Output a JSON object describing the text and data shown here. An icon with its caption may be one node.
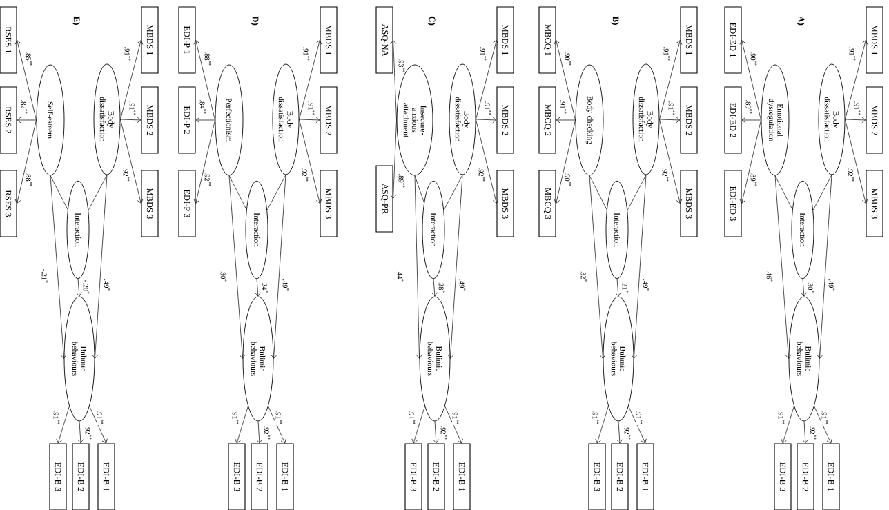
{
  "diagram": {
    "nodes": [
      {
        "text": [
          "MBDS 1"
        ]
      },
      {
        "text": [
          "MBDS 2"
        ]
      },
      {
        "text": [
          "MBDS 3"
        ]
      },
      {
        "text": [
          "Body dissatisfaction"
        ]
      },
      {
        "text": [
          "Emotional dysregulation"
        ]
      },
      {
        "text": [
          "EDI-ED 1"
        ]
      },
      {
        "text": [
          "EDI-ED 2"
        ]
      },
      {
        "text": [
          "EDI-ED 3"
        ]
      },
      {
        "text": [
          "Interaction"
        ]
      },
      {
        "text": [
          "Bulimic behaviours"
        ]
      },
      {
        "text": [
          "EDI-B 1"
        ]
      },
      {
        "text": [
          "EDI-B 2"
        ]
      },
      {
        "text": [
          "EDI-B 3"
        ]
      },
      {
        "text": [
          "MBDS 1"
        ]
      },
      {
        "text": [
          "MBDS 2"
        ]
      },
      {
        "text": [
          "MBDS 3"
        ]
      },
      {
        "text": [
          "Body dissatisfaction"
        ]
      },
      {
        "text": [
          "Body checking"
        ]
      },
      {
        "text": [
          "MBCQ 1"
        ]
      },
      {
        "text": [
          "MBCQ 2"
        ]
      },
      {
        "text": [
          "MBCQ 3"
        ]
      },
      {
        "text": [
          "Interaction"
        ]
      },
      {
        "text": [
          "Bulimic behaviours"
        ]
      },
      {
        "text": [
          "EDI-B 1"
        ]
      },
      {
        "text": [
          "EDI-B 2"
        ]
      },
      {
        "text": [
          "EDI-B 3"
        ]
      },
      {
        "text": [
          "MBDS 1"
        ]
      },
      {
        "text": [
          "MBDS 2"
        ]
      },
      {
        "text": [
          "MBDS 3"
        ]
      },
      {
        "text": [
          "Body dissatisfaction"
        ]
      },
      {
        "text": [
          "Insecure-anxious attachment"
        ]
      },
      {
        "text": [
          "ASQ-NA"
        ]
      },
      {
        "text": [
          "ASQ-PR"
        ]
      },
      {
        "text": [
          "Interaction"
        ]
      },
      {
        "text": [
          "Bulimic behaviours"
        ]
      },
      {
        "text": [
          "EDI-B 1"
        ]
      },
      {
        "text": [
          "EDI-B 2"
        ]
      },
      {
        "text": [
          "EDI-B 3"
        ]
      },
      {
        "text": [
          "MBDS 1"
        ]
      },
      {
        "text": [
          "MBDS 2"
        ]
      },
      {
        "text": [
          "MBDS 3"
        ]
      },
      {
        "text": [
          "Body dissatisfaction"
        ]
      },
      {
        "text": [
          "Perfectionism"
        ]
      },
      {
        "text": [
          "EDI-P 1"
        ]
      },
      {
        "text": [
          "EDI-P 2"
        ]
      },
      {
        "text": [
          "EDI-P 3"
        ]
      },
      {
        "text": [
          "Interaction"
        ]
      },
      {
        "text": [
          "Bulimic behaviours"
        ]
      },
      {
        "text": [
          "EDI-B 1"
        ]
      },
      {
        "text": [
          "EDI-B 2"
        ]
      },
      {
        "text": [
          "EDI-B 3"
        ]
      },
      {
        "text": [
          "MBDS 1"
        ]
      },
      {
        "text": [
          "MBDS 2"
        ]
      },
      {
        "text": [
          "MBDS 3"
        ]
      },
      {
        "text": [
          "Body dissatisfaction"
        ]
      },
      {
        "text": [
          "Self-esteem"
        ]
      },
      {
        "text": [
          "RSES 1"
        ]
      },
      {
        "text": [
          "RSES 2"
        ]
      },
      {
        "text": [
          "RSES 3"
        ]
      },
      {
        "text": [
          "Interaction"
        ]
      },
      {
        "text": [
          "Bulimic behaviours"
        ]
      },
      {
        "text": [
          "EDI-B 1"
        ]
      },
      {
        "text": [
          "EDI-B 2"
        ]
      },
      {
        "text": [
          "EDI-B 3"
        ]
      }
    ],
    "edges": [
      {
        "from": 3,
        "to": 0,
        "arrow": "to",
        "label": ".91$^{**}$"
      },
      {
        "from": 3,
        "to": 1,
        "arrow": "to",
        "label": ".91$^{**}$"
      },
      {
        "from": 3,
        "to": 2,
        "arrow": "to",
        "label": ".92$^{**}$"
      },
      {
        "from": 4,
        "to": 5,
        "arrow": "to",
        "label": ".90$^{**}$"
      },
      {
        "from": 4,
        "to": 6,
        "arrow": "to",
        "label": ".89$^{**}$"
      },
      {
        "from": 4,
        "to": 7,
        "arrow": "to",
        "label": ".89$^{**}$"
      },
      {
        "from": 3,
        "to": 8,
        "arrow": "none"
      },
      {
        "from": 4,
        "to": 8,
        "arrow": "none"
      },
      {
        "from": 3,
        "to": 9,
        "arrow": "to",
        "label": ".49$^{*}$"
      },
      {
        "from": 4,
        "to": 9,
        "arrow": "to",
        "label": ".46$^{*}$"
      },
      {
        "from": 8,
        "to": 9,
        "arrow": "to",
        "label": ".30$^{*}$"
      },
      {
        "from": 9,
        "to": 10,
        "arrow": "to",
        "label": ".91$^{**}$"
      },
      {
        "from": 9,
        "to": 11,
        "arrow": "to",
        "label": ".92$^{**}$"
      },
      {
        "from": 9,
        "to": 12,
        "arrow": "to",
        "label": ".91$^{**}$"
      },
      {
        "from": 16,
        "to": 13,
        "arrow": "to",
        "label": ".91$^{**}$"
      },
      {
        "from": 16,
        "to": 14,
        "arrow": "to",
        "label": ".91$^{**}$"
      },
      {
        "from": 16,
        "to": 15,
        "arrow": "to",
        "label": ".92$^{**}$"
      },
      {
        "from": 17,
        "to": 18,
        "arrow": "to",
        "label": ".90$^{**}$"
      },
      {
        "from": 17,
        "to": 19,
        "arrow": "to",
        "label": ".91$^{**}$"
      },
      {
        "from": 17,
        "to": 20,
        "arrow": "to",
        "label": ".90$^{**}$"
      },
      {
        "from": 16,
        "to": 21,
        "arrow": "none"
      },
      {
        "from": 17,
        "to": 21,
        "arrow": "none"
      },
      {
        "from": 16,
        "to": 22,
        "arrow": "to",
        "label": ".49$^{*}$"
      },
      {
        "from": 17,
        "to": 22,
        "arrow": "to",
        "label": ".32$^{*}$"
      },
      {
        "from": 21,
        "to": 22,
        "arrow": "to",
        "label": ".21$^{*}$"
      },
      {
        "from": 22,
        "to": 23,
        "arrow": "to",
        "label": ".91$^{**}$"
      },
      {
        "from": 22,
        "to": 24,
        "arrow": "to",
        "label": ".92$^{**}$"
      },
      {
        "from": 22,
        "to": 25,
        "arrow": "to",
        "label": ".91$^{**}$"
      },
      {
        "from": 29,
        "to": 26,
        "arrow": "to",
        "label": ".91$^{**}$"
      },
      {
        "from": 29,
        "to": 27,
        "arrow": "to",
        "label": ".91$^{**}$"
      },
      {
        "from": 29,
        "to": 28,
        "arrow": "to",
        "label": ".92$^{**}$"
      },
      {
        "from": 30,
        "to": 31,
        "arrow": "to",
        "label": ".93$^{**}$"
      },
      {
        "from": 30,
        "to": 32,
        "arrow": "to",
        "label": ".89$^{**}$"
      },
      {
        "from": 29,
        "to": 33,
        "arrow": "none"
      },
      {
        "from": 30,
        "to": 33,
        "arrow": "none"
      },
      {
        "from": 29,
        "to": 34,
        "arrow": "to",
        "label": ".49$^{*}$"
      },
      {
        "from": 30,
        "to": 34,
        "arrow": "to",
        "label": ".44$^{*}$"
      },
      {
        "from": 33,
        "to": 34,
        "arrow": "to",
        "label": ".28$^{*}$"
      },
      {
        "from": 34,
        "to": 35,
        "arrow": "to",
        "label": ".91$^{**}$"
      },
      {
        "from": 34,
        "to": 36,
        "arrow": "to",
        "label": ".92$^{**}$"
      },
      {
        "from": 34,
        "to": 37,
        "arrow": "to",
        "label": ".91$^{**}$"
      },
      {
        "from": 41,
        "to": 38,
        "arrow": "to",
        "label": ".91$^{**}$"
      },
      {
        "from": 41,
        "to": 39,
        "arrow": "to",
        "label": ".91$^{**}$"
      },
      {
        "from": 41,
        "to": 40,
        "arrow": "to",
        "label": ".92$^{**}$"
      },
      {
        "from": 42,
        "to": 43,
        "arrow": "to",
        "label": ".88$^{**}$"
      },
      {
        "from": 42,
        "to": 44,
        "arrow": "to",
        "label": ".84$^{**}$"
      },
      {
        "from": 42,
        "to": 45,
        "arrow": "to",
        "label": ".92$^{**}$"
      },
      {
        "from": 41,
        "to": 46,
        "arrow": "none"
      },
      {
        "from": 42,
        "to": 46,
        "arrow": "none"
      },
      {
        "from": 41,
        "to": 47,
        "arrow": "to",
        "label": ".49$^{*}$"
      },
      {
        "from": 42,
        "to": 47,
        "arrow": "to",
        "label": ".30$^{*}$"
      },
      {
        "from": 46,
        "to": 47,
        "arrow": "to",
        "label": ".24$^{*}$"
      },
      {
        "from": 47,
        "to": 48,
        "arrow": "to",
        "label": ".91$^{**}$"
      },
      {
        "from": 47,
        "to": 49,
        "arrow": "to",
        "label": ".92$^{**}$"
      },
      {
        "from": 47,
        "to": 50,
        "arrow": "to",
        "label": ".91$^{**}$"
      },
      {
        "from": 54,
        "to": 51,
        "arrow": "to",
        "label": ".91$^{**}$"
      },
      {
        "from": 54,
        "to": 52,
        "arrow": "to",
        "label": ".91$^{**}$"
      },
      {
        "from": 54,
        "to": 53,
        "arrow": "to",
        "label": ".92$^{**}$"
      },
      {
        "from": 55,
        "to": 56,
        "arrow": "to",
        "label": ".85$^{**}$"
      },
      {
        "from": 55,
        "to": 57,
        "arrow": "to",
        "label": ".82$^{**}$"
      },
      {
        "from": 55,
        "to": 58,
        "arrow": "to",
        "label": ".88$^{**}$"
      },
      {
        "from": 54,
        "to": 59,
        "arrow": "none"
      },
      {
        "from": 55,
        "to": 59,
        "arrow": "none"
      },
      {
        "from": 54,
        "to": 60,
        "arrow": "to",
        "label": ".49$^{*}$"
      },
      {
        "from": 55,
        "to": 60,
        "arrow": "to",
        "label": "-.21$^{*}$"
      },
      {
        "from": 59,
        "to": 60,
        "arrow": "to",
        "label": "-.20$^{*}$"
      },
      {
        "from": 60,
        "to": 61,
        "arrow": "to",
        "label": ".91$^{**}$"
      },
      {
        "from": 60,
        "to": 62,
        "arrow": "to",
        "label": ".92$^{**}$"
      },
      {
        "from": 60,
        "to": 63,
        "arrow": "to",
        "label": ".91$^{**}$"
      }
    ],
    "labels": [
      "A)",
      "B)",
      "C)",
      "D)",
      "E)"
    ]
  }
}
